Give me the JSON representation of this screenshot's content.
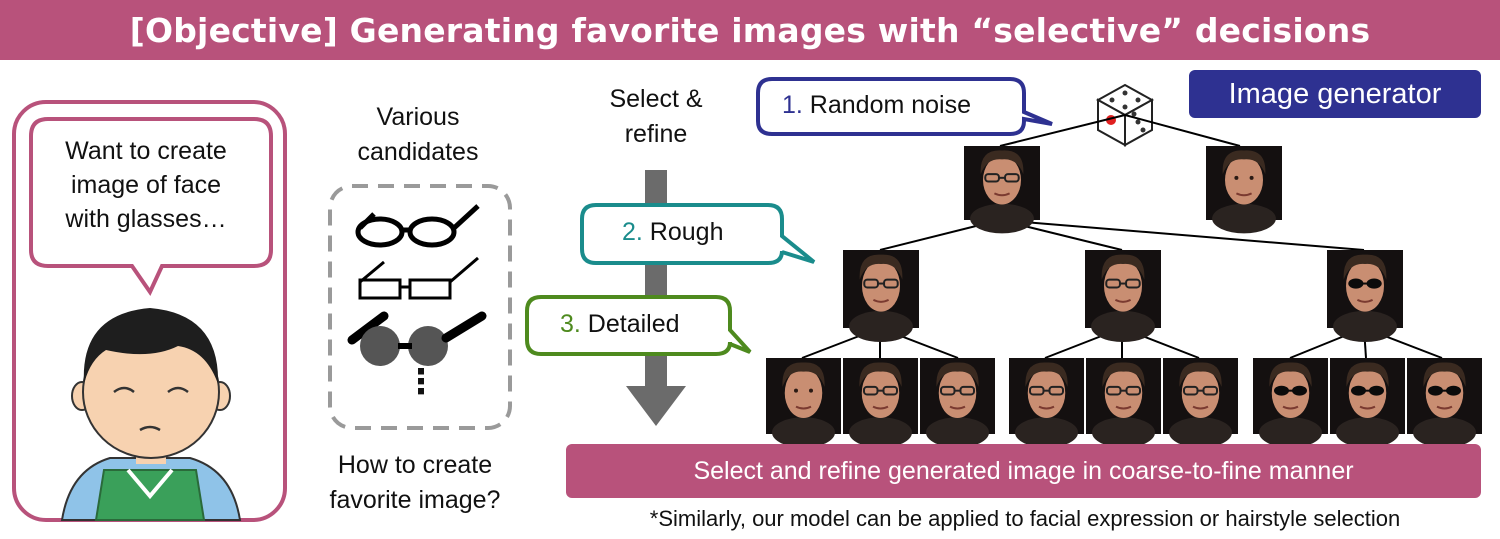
{
  "banner": {
    "title": "[Objective] Generating favorite images with “selective” decisions"
  },
  "user": {
    "speech": [
      "Want to create",
      "image of face",
      "with glasses…"
    ]
  },
  "candidates": {
    "title": [
      "Various",
      "candidates"
    ],
    "more": "⋮",
    "question": [
      "How to create",
      "favorite image?"
    ]
  },
  "process": {
    "label": [
      "Select &",
      "refine"
    ],
    "steps": [
      {
        "num": "1.",
        "text": " Random noise",
        "color": "#2e3191"
      },
      {
        "num": "2.",
        "text": " Rough",
        "color": "#1a8c8c"
      },
      {
        "num": "3.",
        "text": " Detailed",
        "color": "#4e8a1e"
      }
    ]
  },
  "generator": {
    "label": "Image generator",
    "color": "#2e3191"
  },
  "summary": {
    "text": "Select and refine generated image in coarse-to-fine manner"
  },
  "footnote": {
    "text": "*Similarly, our model can be applied to facial expression or hairstyle selection"
  },
  "colors": {
    "accent": "#b8527b",
    "navy": "#2e3191",
    "teal": "#1a8c8c",
    "green": "#4e8a1e",
    "gray": "#6b6b6b"
  },
  "tree": {
    "level1": [
      {
        "glasses": "clear"
      },
      {
        "glasses": "none"
      }
    ],
    "level2": [
      {
        "glasses": "clear"
      },
      {
        "glasses": "clear"
      },
      {
        "glasses": "dark"
      }
    ],
    "level3": [
      {
        "glasses": "none"
      },
      {
        "glasses": "clear"
      },
      {
        "glasses": "clear"
      },
      {
        "glasses": "clear"
      },
      {
        "glasses": "clear"
      },
      {
        "glasses": "clear"
      },
      {
        "glasses": "dark"
      },
      {
        "glasses": "dark"
      },
      {
        "glasses": "dark"
      }
    ]
  }
}
